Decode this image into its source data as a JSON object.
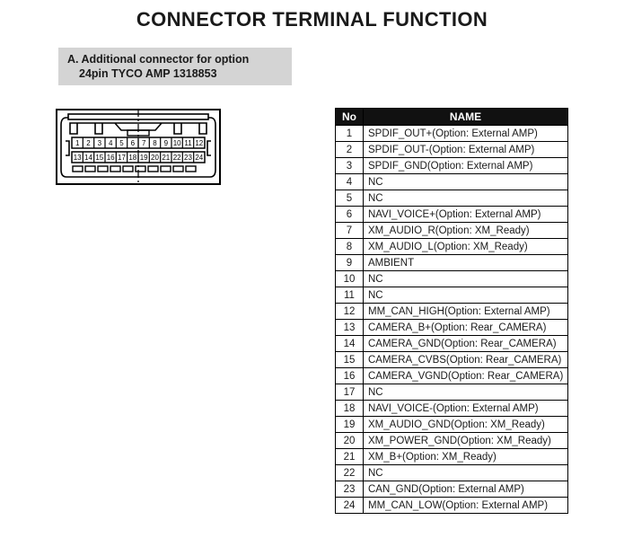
{
  "page": {
    "title": "CONNECTOR TERMINAL FUNCTION"
  },
  "caption": {
    "line1": "A. Additional connector for option",
    "line2": "24pin TYCO AMP 1318853"
  },
  "connector": {
    "name": "24pin-tyco-amp-connector-diagram",
    "pin_count": 24,
    "top_row_pins": [
      "1",
      "2",
      "3",
      "4",
      "5",
      "6",
      "7",
      "8",
      "9",
      "10",
      "11",
      "12"
    ],
    "bottom_row_pins": [
      "13",
      "14",
      "15",
      "16",
      "17",
      "18",
      "19",
      "20",
      "21",
      "22",
      "23",
      "24"
    ]
  },
  "table": {
    "headers": {
      "no": "No",
      "name": "NAME"
    },
    "rows": [
      {
        "no": "1",
        "name": "SPDIF_OUT+(Option: External AMP)"
      },
      {
        "no": "2",
        "name": "SPDIF_OUT-(Option: External AMP)"
      },
      {
        "no": "3",
        "name": "SPDIF_GND(Option: External AMP)"
      },
      {
        "no": "4",
        "name": "NC"
      },
      {
        "no": "5",
        "name": "NC"
      },
      {
        "no": "6",
        "name": "NAVI_VOICE+(Option: External AMP)"
      },
      {
        "no": "7",
        "name": "XM_AUDIO_R(Option: XM_Ready)"
      },
      {
        "no": "8",
        "name": "XM_AUDIO_L(Option: XM_Ready)"
      },
      {
        "no": "9",
        "name": "AMBIENT"
      },
      {
        "no": "10",
        "name": "NC"
      },
      {
        "no": "11",
        "name": "NC"
      },
      {
        "no": "12",
        "name": "MM_CAN_HIGH(Option: External AMP)"
      },
      {
        "no": "13",
        "name": "CAMERA_B+(Option: Rear_CAMERA)"
      },
      {
        "no": "14",
        "name": "CAMERA_GND(Option: Rear_CAMERA)"
      },
      {
        "no": "15",
        "name": "CAMERA_CVBS(Option: Rear_CAMERA)"
      },
      {
        "no": "16",
        "name": "CAMERA_VGND(Option: Rear_CAMERA)"
      },
      {
        "no": "17",
        "name": "NC"
      },
      {
        "no": "18",
        "name": "NAVI_VOICE-(Option: External AMP)"
      },
      {
        "no": "19",
        "name": "XM_AUDIO_GND(Option: XM_Ready)"
      },
      {
        "no": "20",
        "name": "XM_POWER_GND(Option: XM_Ready)"
      },
      {
        "no": "21",
        "name": "XM_B+(Option: XM_Ready)"
      },
      {
        "no": "22",
        "name": "NC"
      },
      {
        "no": "23",
        "name": "CAN_GND(Option: External AMP)"
      },
      {
        "no": "24",
        "name": "MM_CAN_LOW(Option: External AMP)"
      }
    ]
  },
  "colors": {
    "header_bg": "#111111",
    "header_fg": "#ffffff",
    "caption_bg": "#d4d4d4",
    "line": "#000000",
    "text": "#1a1a1a"
  }
}
